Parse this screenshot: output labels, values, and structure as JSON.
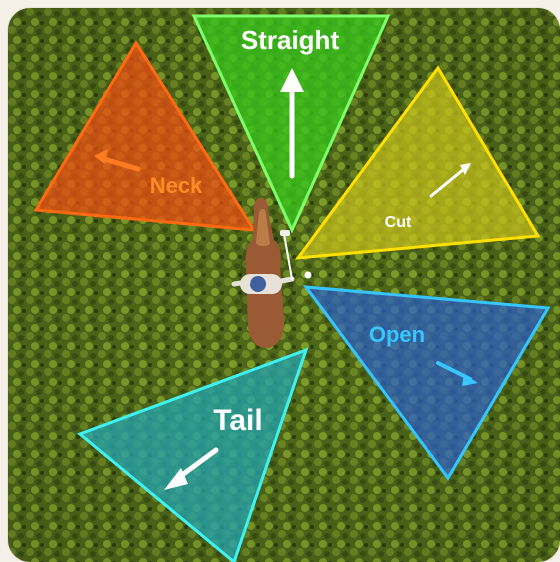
{
  "sectors": [
    {
      "id": "straight",
      "label": "Straight",
      "fill": "#37c51c",
      "stroke": "#7cff6a",
      "text": "#ffffff"
    },
    {
      "id": "cut",
      "label": "Cut",
      "fill": "#c8c21c",
      "stroke": "#ffe000",
      "text": "#ffffff"
    },
    {
      "id": "open",
      "label": "Open",
      "fill": "#2960c9",
      "stroke": "#36c6ff",
      "text": "#39c6ff"
    },
    {
      "id": "tail",
      "label": "Tail",
      "fill": "#24a3aa",
      "stroke": "#3ff2f2",
      "text": "#ffffff"
    },
    {
      "id": "neck",
      "label": "Neck",
      "fill": "#f24d12",
      "stroke": "#ff6a13",
      "text": "#ff8b26"
    }
  ],
  "colors": {
    "grass_dark": "#364c13",
    "grass_mid": "#56701b",
    "grass_light": "#89a82b",
    "horse": "#9a5a34",
    "rider": "#e7e1d8",
    "helmet": "#3f5f9e",
    "ball": "#ffffff"
  }
}
